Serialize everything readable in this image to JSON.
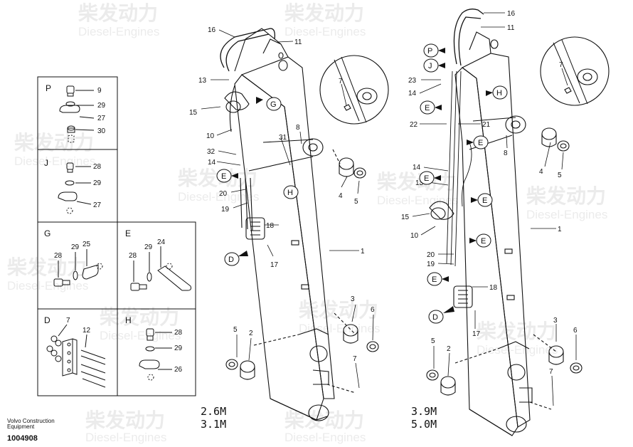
{
  "watermark": {
    "cn": "柴发动力",
    "en": "Diesel-Engines"
  },
  "footer": {
    "brand_line1": "Volvo Construction",
    "brand_line2": "Equipment",
    "drawing_id": "1004908"
  },
  "legend_panels": {
    "P": {
      "letter": "P",
      "items": [
        "9",
        "29",
        "27",
        "30"
      ]
    },
    "J": {
      "letter": "J",
      "items": [
        "28",
        "29",
        "27"
      ]
    },
    "G": {
      "letter": "G",
      "items": [
        "28",
        "29",
        "25"
      ]
    },
    "E": {
      "letter": "E",
      "items": [
        "28",
        "29",
        "24"
      ]
    },
    "D": {
      "letter": "D",
      "items": [
        "7",
        "12"
      ]
    },
    "H": {
      "letter": "H",
      "items": [
        "28",
        "29",
        "26"
      ]
    }
  },
  "left_view": {
    "caption_line1": "2.6M",
    "caption_line2": "3.1M",
    "callouts": [
      "16",
      "11",
      "13",
      "15",
      "10",
      "G",
      "31",
      "8",
      "32",
      "14",
      "E",
      "H",
      "20",
      "19",
      "18",
      "D",
      "17",
      "1",
      "4",
      "5",
      "3",
      "6",
      "5",
      "2",
      "7",
      "7"
    ]
  },
  "right_view": {
    "caption_line1": "3.9M",
    "caption_line2": "5.0M",
    "callouts": [
      "16",
      "11",
      "P",
      "J",
      "23",
      "14",
      "H",
      "E",
      "22",
      "21",
      "E",
      "8",
      "4",
      "5",
      "14",
      "13",
      "E",
      "15",
      "10",
      "E",
      "1",
      "20",
      "19",
      "E",
      "18",
      "D",
      "17",
      "3",
      "6",
      "5",
      "2",
      "7",
      "7"
    ]
  }
}
